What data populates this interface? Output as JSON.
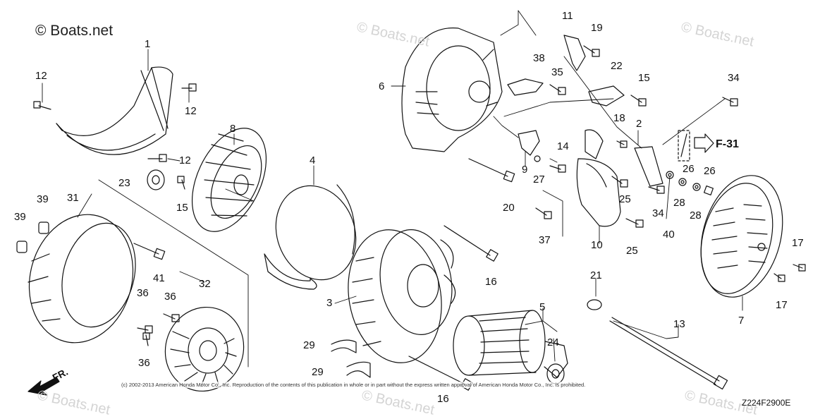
{
  "watermark": "© Boats.net",
  "watermark_faint": "© Boats.net",
  "callouts": [
    "1",
    "2",
    "3",
    "4",
    "5",
    "6",
    "7",
    "8",
    "9",
    "10",
    "11",
    "12",
    "12",
    "12",
    "13",
    "14",
    "15",
    "15",
    "16",
    "16",
    "17",
    "17",
    "18",
    "19",
    "20",
    "21",
    "22",
    "23",
    "24",
    "25",
    "25",
    "26",
    "26",
    "27",
    "28",
    "28",
    "29",
    "29",
    "31",
    "32",
    "34",
    "34",
    "35",
    "36",
    "36",
    "36",
    "37",
    "38",
    "39",
    "39",
    "40",
    "41"
  ],
  "ref_arrow_label": "F-31",
  "direction_label": "FR.",
  "copyright": "(c) 2002-2013 American Honda Motor Co., Inc. Reproduction of the contents of this publication in whole or in part without the express written approval of American Honda Motor Co., Inc. is prohibited.",
  "diagram_code": "Z224F2900E"
}
